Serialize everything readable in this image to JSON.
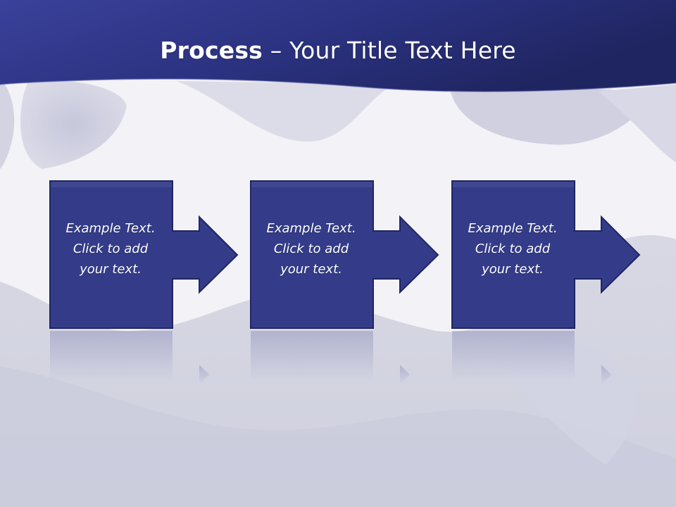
{
  "title": {
    "bold": "Process",
    "rest": " – Your Title Text Here"
  },
  "steps": [
    {
      "text": "Example Text.\nClick  to add\nyour text."
    },
    {
      "text": "Example Text.\nClick  to add\nyour text."
    },
    {
      "text": "Example Text.\nClick  to add\nyour text."
    }
  ],
  "colors": {
    "header": "#2e3584",
    "box": "#343c8a",
    "box_border": "#232a66",
    "background": "#ecebf2"
  }
}
